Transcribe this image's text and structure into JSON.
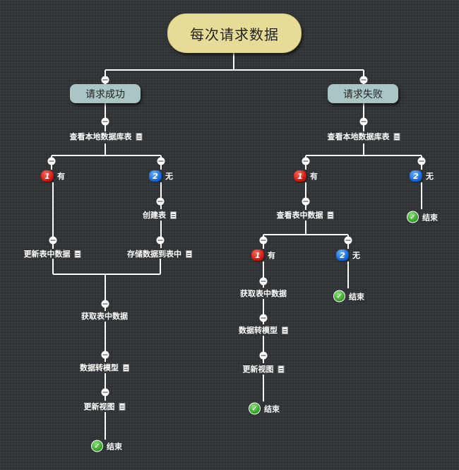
{
  "root": {
    "title": "每次请求数据"
  },
  "success": {
    "title": "请求成功",
    "check_local": "查看本地数据库表",
    "has": {
      "marker": "1",
      "label": "有",
      "update": "更新表中数据"
    },
    "none": {
      "marker": "2",
      "label": "无",
      "create": "创建表",
      "store": "存储数据到表中"
    },
    "fetch": "获取表中数据",
    "convert": "数据转模型",
    "refresh": "更新视图",
    "end": "结束"
  },
  "failure": {
    "title": "请求失败",
    "check_local": "查看本地数据库表",
    "has": {
      "marker": "1",
      "label": "有",
      "check_table": "查看表中数据",
      "has": {
        "marker": "1",
        "label": "有",
        "fetch": "获取表中数据",
        "convert": "数据转模型",
        "refresh": "更新视图",
        "end": "结束"
      },
      "none": {
        "marker": "2",
        "label": "无",
        "end": "结束"
      }
    },
    "none": {
      "marker": "2",
      "label": "无",
      "end": "结束"
    }
  },
  "colors": {
    "root_fill": "#e6dc98",
    "branch_fill": "#a9c6c4",
    "line": "#ffffff",
    "priority1": "#d8140c",
    "priority2": "#1168d8",
    "done": "#35a52a"
  },
  "icons": {
    "note": "note-icon",
    "done": "check-done-icon",
    "collapse": "collapse-icon"
  }
}
